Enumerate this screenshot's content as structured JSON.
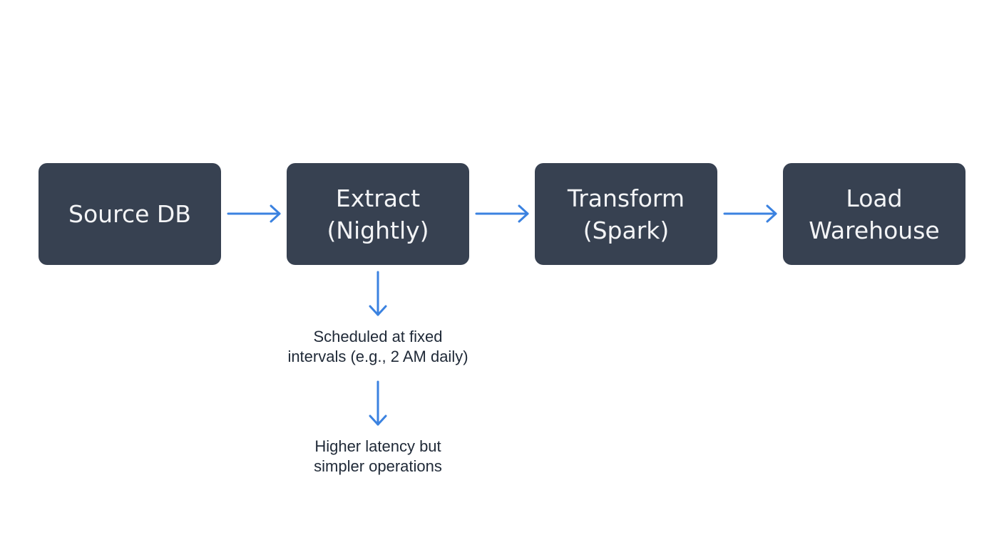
{
  "diagram": {
    "nodes": [
      {
        "id": "source",
        "label": "Source DB"
      },
      {
        "id": "extract",
        "label": "Extract\n(Nightly)"
      },
      {
        "id": "transform",
        "label": "Transform\n(Spark)"
      },
      {
        "id": "load",
        "label": "Load\nWarehouse"
      }
    ],
    "notes": [
      {
        "id": "schedule",
        "text": "Scheduled at fixed\nintervals (e.g., 2 AM daily)"
      },
      {
        "id": "tradeoff",
        "text": "Higher latency but\nsimpler operations"
      }
    ],
    "edges": [
      {
        "from": "source",
        "to": "extract"
      },
      {
        "from": "extract",
        "to": "transform"
      },
      {
        "from": "transform",
        "to": "load"
      },
      {
        "from": "extract",
        "to": "schedule"
      },
      {
        "from": "schedule",
        "to": "tradeoff"
      }
    ],
    "colors": {
      "node_fill": "#374151",
      "node_text": "#f3f4f6",
      "arrow": "#3b82e0",
      "note_text": "#1f2937",
      "background": "#ffffff"
    }
  }
}
